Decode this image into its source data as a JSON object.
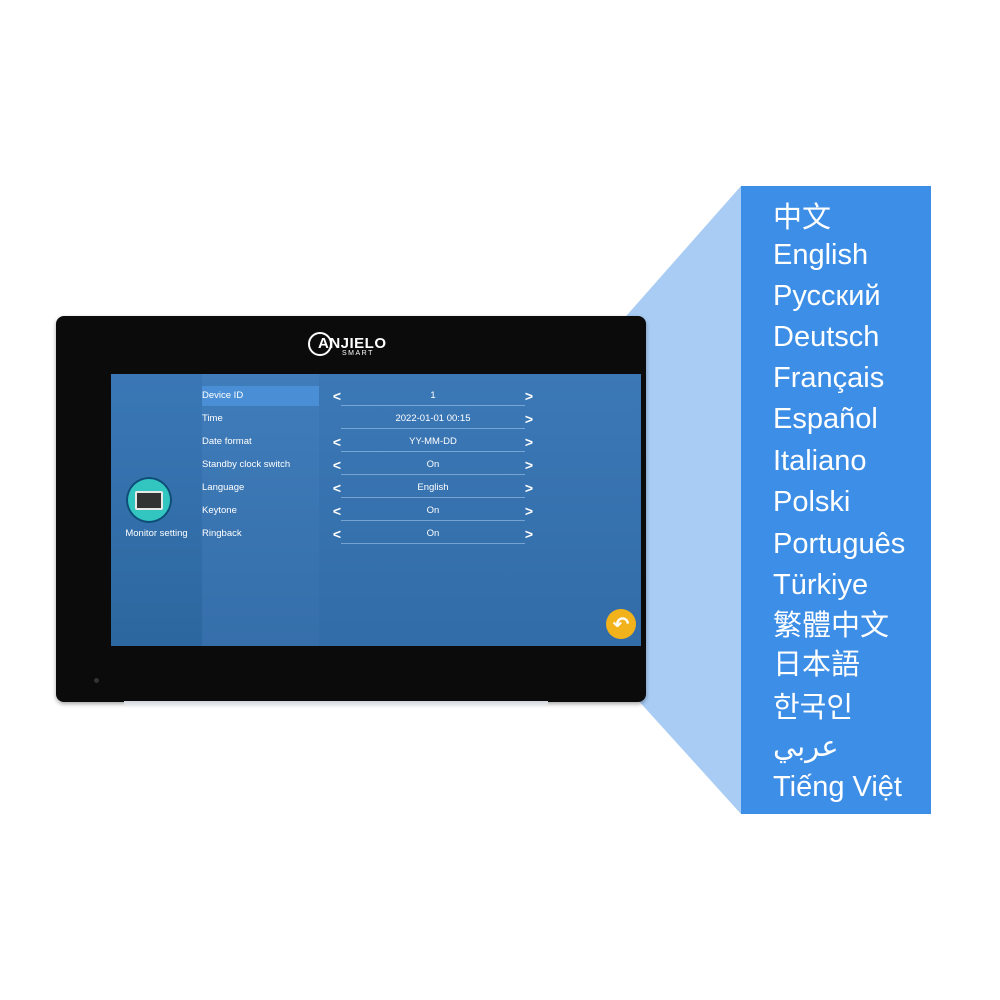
{
  "device": {
    "logo_text": "ANJIELO",
    "logo_subtext": "SMART"
  },
  "screen": {
    "menu_label": "Monitor setting",
    "settings": [
      {
        "label": "Device ID",
        "value": "1",
        "selected": true
      },
      {
        "label": "Time",
        "value": "2022-01-01  00:15",
        "selected": false
      },
      {
        "label": "Date format",
        "value": "YY-MM-DD",
        "selected": false
      },
      {
        "label": "Standby clock switch",
        "value": "On",
        "selected": false
      },
      {
        "label": "Language",
        "value": "English",
        "selected": false
      },
      {
        "label": "Keytone",
        "value": "On",
        "selected": false
      },
      {
        "label": "Ringback",
        "value": "On",
        "selected": false
      }
    ],
    "left_arrow": "<",
    "right_arrow": ">",
    "back_glyph": "↶"
  },
  "languages": [
    "中文",
    "English",
    "Русский",
    "Deutsch",
    "Français",
    "Español",
    "Italiano",
    "Polski",
    "Português",
    "Türkiye",
    "繁體中文",
    "日本語",
    "한국인",
    "عربي",
    "Tiếng Việt"
  ],
  "colors": {
    "callout_blue": "#3d8ee6",
    "back_button": "#f2b21c",
    "monitor_icon_bg": "#33c6c0"
  }
}
